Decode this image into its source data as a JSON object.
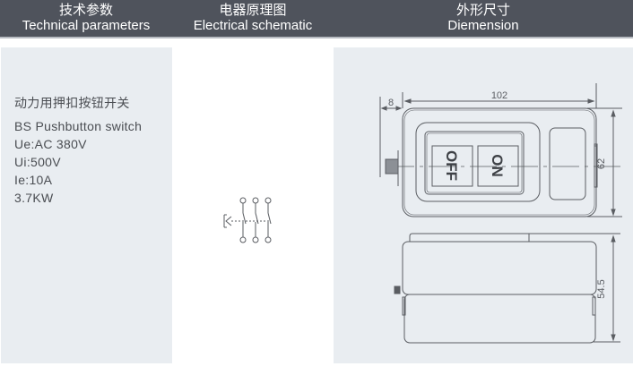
{
  "header": {
    "columns": [
      {
        "zh": "技术参数",
        "en": "Technical parameters"
      },
      {
        "zh": "电器原理图",
        "en": "Electrical schematic"
      },
      {
        "zh": "外形尺寸",
        "en": "Diemension"
      }
    ]
  },
  "params": {
    "name_zh": "动力用押扣按钮开关",
    "name_en": "BS Pushbutton switch",
    "ue": "Ue:AC 380V",
    "ui": "Ui:500V",
    "ie": "Ie:10A",
    "power": "3.7KW"
  },
  "dimension": {
    "width_label": "102",
    "knob_label": "8",
    "height_label": "62",
    "depth_label": "54.5",
    "button_off": "OFF",
    "button_on": "ON"
  },
  "colors": {
    "header_bg": "#4f535c",
    "panel_bg": "#e9edf1",
    "line": "#5a5d62"
  }
}
